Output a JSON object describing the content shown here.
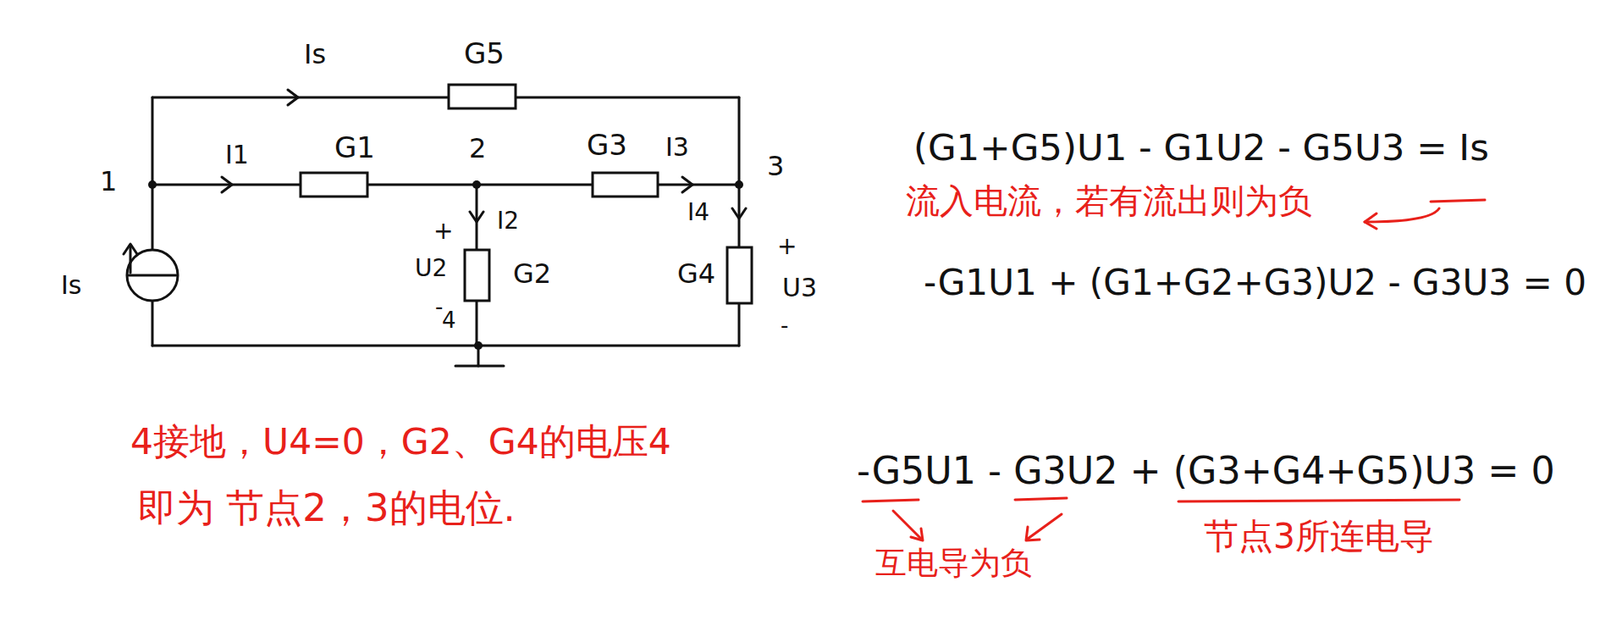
{
  "diagram": {
    "labels": [
      "Is",
      "G5",
      "I1",
      "G1",
      "2",
      "G3",
      "I3",
      "1",
      "3",
      "I4",
      "+",
      "I2",
      "U2",
      "G2",
      "G4",
      "+",
      "U3",
      "Is",
      "-",
      "4",
      "-",
      "(G1+G5)U1 - G1U2 - G5U3 = Is",
      "流入电流，若有流出则为负",
      "-G1U1 + (G1+G2+G3)U2 - G3U3 = 0",
      "-G5U1 - G3U2 + (G3+G4+G5)U3 = 0",
      "互电导为负",
      "节点3所连电导",
      "4接地，U4=0，G2、G4的电压4",
      "即为 节点2，3的电位."
    ]
  }
}
